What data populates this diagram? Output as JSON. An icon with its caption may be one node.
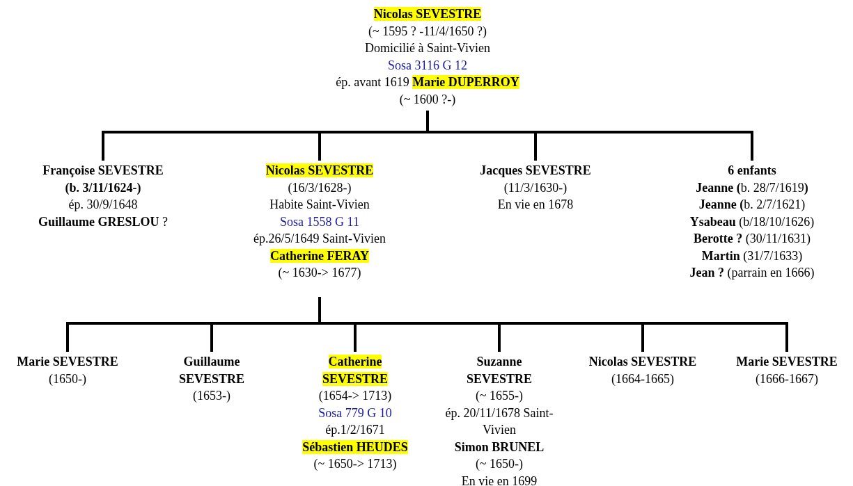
{
  "diagram": {
    "nodes": [
      {
        "text": [
          "Nicolas SEVESTRE",
          "(~ 1595 ? -11/4/1650 ?)",
          "Domicilié à Saint-Vivien",
          "Sosa 3116 G 12",
          "ép. avant 1619 **Marie DUPERROY**",
          "(~ 1600 ?-)"
        ]
      },
      {
        "text": [
          "Françoise SEVESTRE",
          "(b. 3/11/1624-)",
          "ép. 30/9/1648",
          "**Guillaume GRESLOU** ?"
        ]
      },
      {
        "text": [
          "Nicolas SEVESTRE",
          "(16/3/1628-)",
          "Habite Saint-Vivien",
          "Sosa 1558 G 11",
          "ép.26/5/1649 Saint-Vivien",
          "Catherine FERAY",
          "(~ 1630-> 1677)"
        ]
      },
      {
        "text": [
          "Jacques SEVESTRE",
          "(11/3/1630-)",
          "En vie en 1678"
        ]
      },
      {
        "text": [
          "6 enfants",
          "**Jeanne (**b. 28/7/1619**)**",
          "**Jeanne (**b. 2/7/1621)",
          "**Ysabeau** (b/18/10/1626)",
          "**Berotte ?** (30/11/1631)",
          "**Martin** (31/7/1633)",
          "**Jean ?** (parrain en 1666)"
        ]
      },
      {
        "text": [
          "Marie SEVESTRE",
          "(1650-)"
        ]
      },
      {
        "text": [
          "Guillaume SEVESTRE",
          "(1653-)"
        ]
      },
      {
        "text": [
          "Catherine SEVESTRE",
          "(1654-> 1713)",
          "Sosa 779 G 10",
          "ép.1/2/1671",
          "Sébastien HEUDES",
          "(~ 1650-> 1713)"
        ]
      },
      {
        "text": [
          "Suzanne SEVESTRE",
          "(~ 1655-)",
          "ép. 20/11/1678 Saint-Vivien",
          "Simon BRUNEL",
          "(~ 1650-)",
          "En vie en 1699"
        ]
      },
      {
        "text": [
          "Nicolas SEVESTRE",
          "(1664-1665)"
        ]
      },
      {
        "text": [
          "Marie SEVESTRE",
          "(1666-1667)"
        ]
      }
    ],
    "edges": [
      {
        "from": 0,
        "to": 1,
        "arrow": "none"
      },
      {
        "from": 0,
        "to": 2,
        "arrow": "none"
      },
      {
        "from": 0,
        "to": 3,
        "arrow": "none"
      },
      {
        "from": 0,
        "to": 4,
        "arrow": "none"
      },
      {
        "from": 2,
        "to": 5,
        "arrow": "none"
      },
      {
        "from": 2,
        "to": 6,
        "arrow": "none"
      },
      {
        "from": 2,
        "to": 7,
        "arrow": "none"
      },
      {
        "from": 2,
        "to": 8,
        "arrow": "none"
      },
      {
        "from": 2,
        "to": 9,
        "arrow": "none"
      },
      {
        "from": 2,
        "to": 10,
        "arrow": "none"
      }
    ]
  }
}
